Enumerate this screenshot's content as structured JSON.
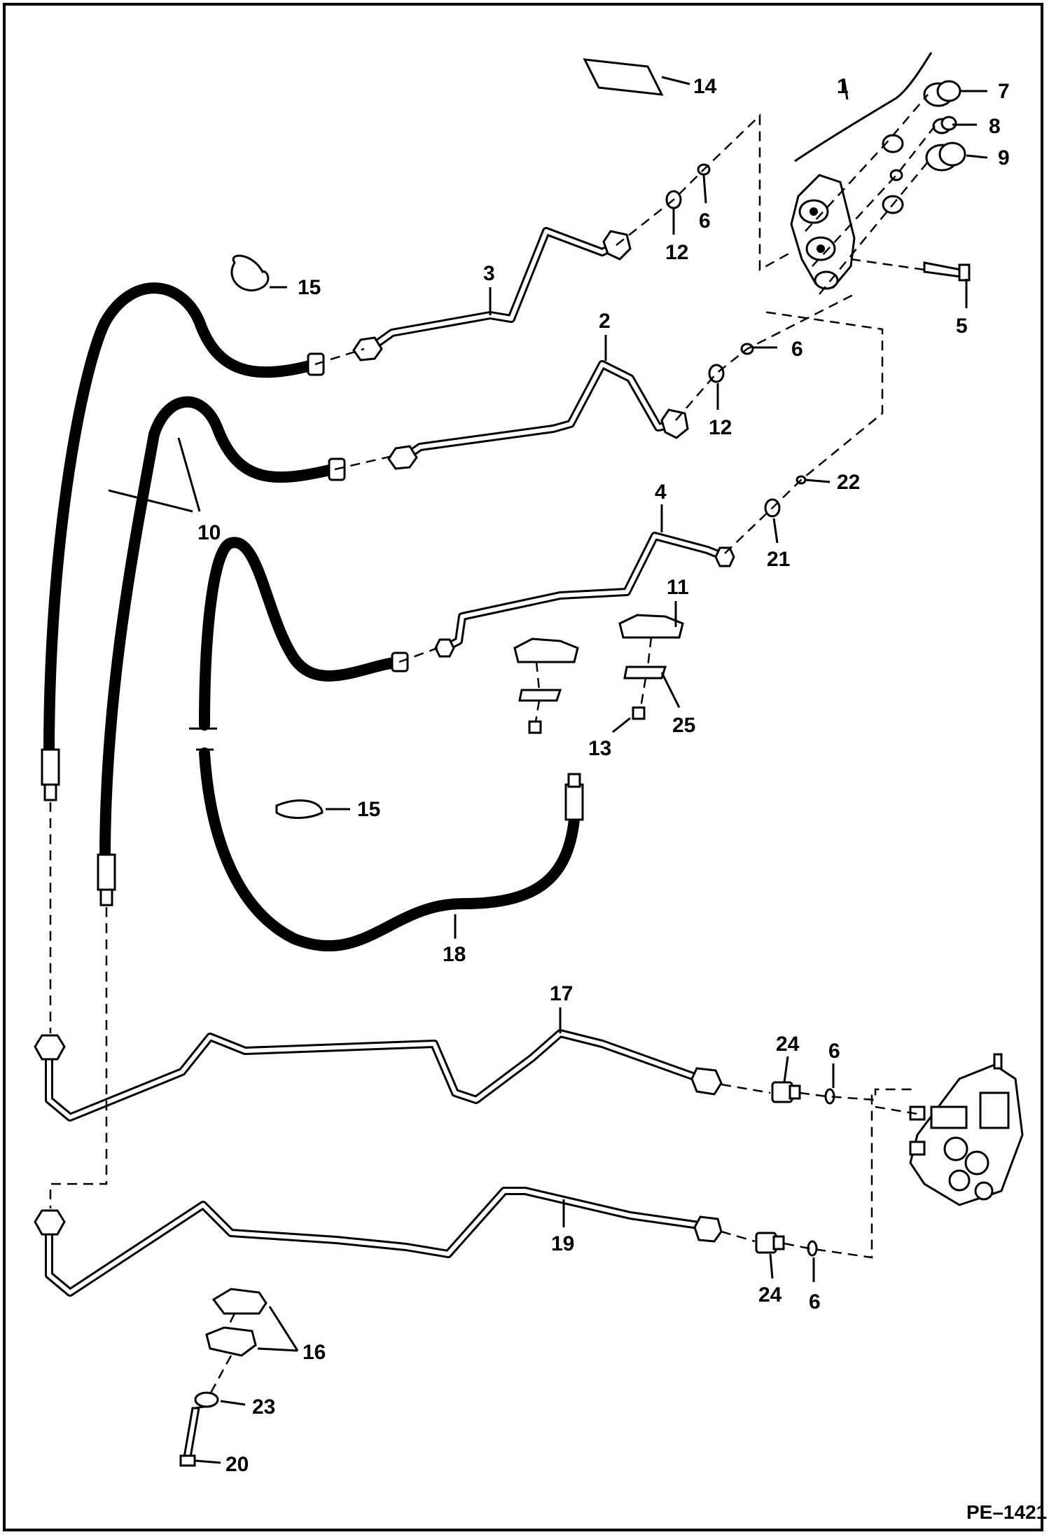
{
  "callouts": [
    "1",
    "2",
    "3",
    "4",
    "5",
    "6",
    "7",
    "8",
    "9",
    "10",
    "11",
    "12",
    "13",
    "14",
    "15",
    "16",
    "17",
    "18",
    "19",
    "20",
    "21",
    "22",
    "23",
    "24",
    "25"
  ],
  "labels": {
    "c1": "1",
    "c2": "2",
    "c3": "3",
    "c4": "4",
    "c5": "5",
    "c6a": "6",
    "c6b": "6",
    "c6c": "6",
    "c6d": "6",
    "c7": "7",
    "c8": "8",
    "c9": "9",
    "c10": "10",
    "c11": "11",
    "c12a": "12",
    "c12b": "12",
    "c13": "13",
    "c14": "14",
    "c15a": "15",
    "c15b": "15",
    "c16": "16",
    "c17": "17",
    "c18": "18",
    "c19": "19",
    "c20": "20",
    "c21": "21",
    "c22": "22",
    "c23": "23",
    "c24a": "24",
    "c24b": "24",
    "c25": "25"
  },
  "figure_code": "PE–1421"
}
